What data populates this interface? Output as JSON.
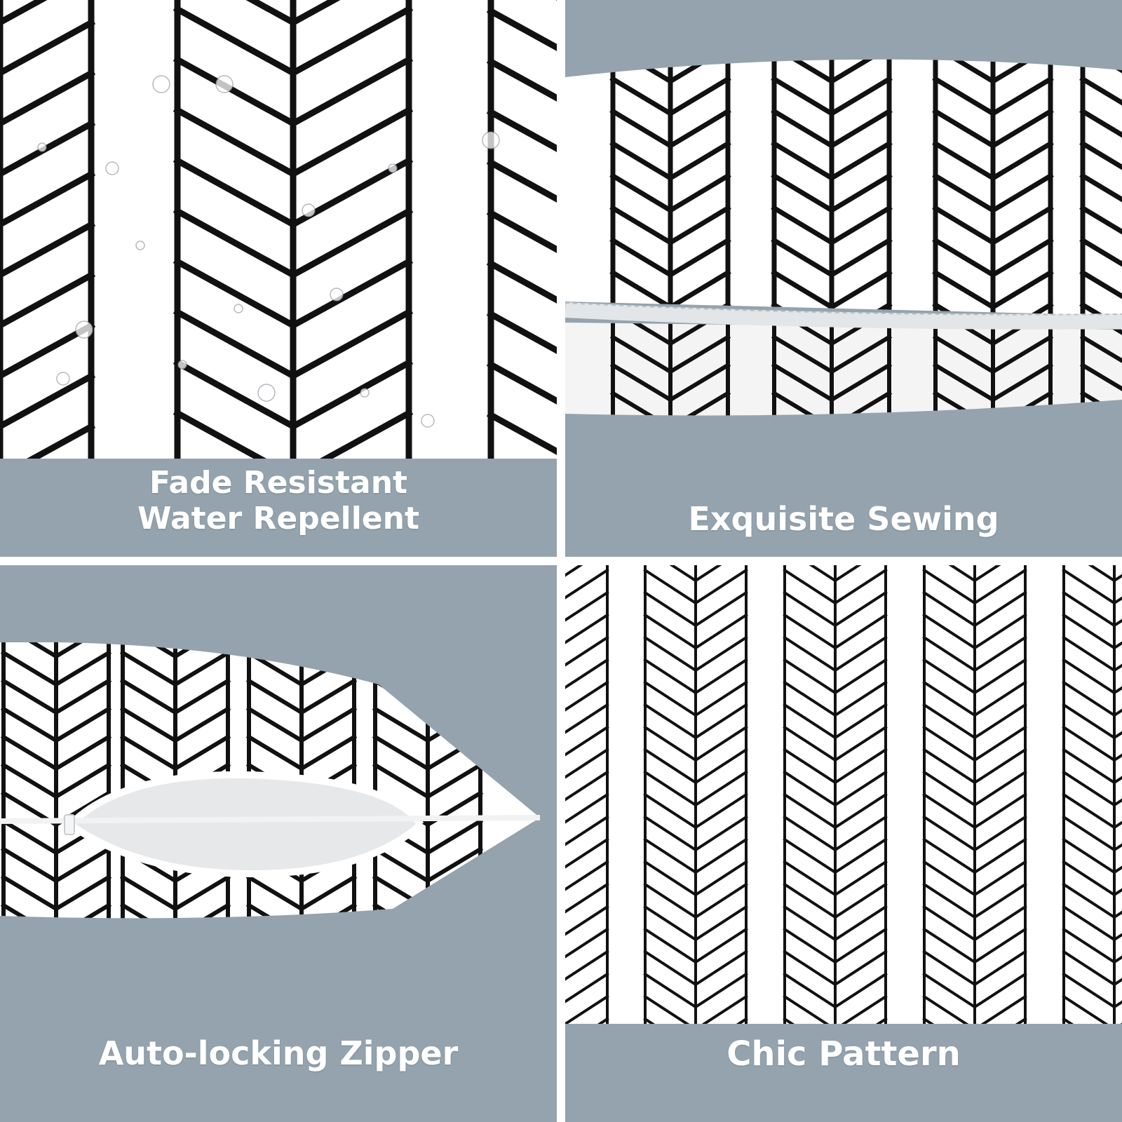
{
  "colors": {
    "background_gray": "#94a3ad",
    "fabric_white": "#ffffff",
    "pattern_black": "#111111",
    "caption_white": "#ffffff"
  },
  "panels": {
    "top_left": {
      "caption_line1": "Fade Resistant",
      "caption_line2": "Water Repellent",
      "image_subject": "herringbone-fabric-closeup-with-water-droplets"
    },
    "top_right": {
      "caption": "Exquisite Sewing",
      "image_subject": "pillow-edge-with-piping-seam"
    },
    "bottom_left": {
      "caption": "Auto-locking Zipper",
      "image_subject": "pillow-cover-with-open-zipper"
    },
    "bottom_right": {
      "caption": "Chic Pattern",
      "image_subject": "flat-herringbone-stripe-pattern"
    }
  }
}
